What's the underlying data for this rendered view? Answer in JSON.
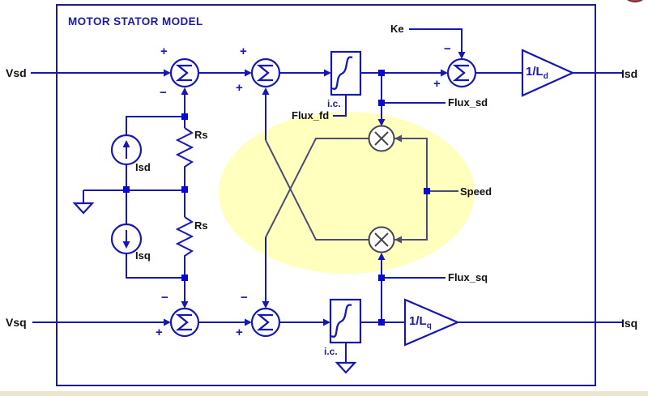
{
  "title": "MOTOR STATOR MODEL",
  "ports": {
    "vsd": "Vsd",
    "vsq": "Vsq",
    "isd": "Isd",
    "isq": "Isq"
  },
  "signals": {
    "ke": "Ke",
    "flux_sd": "Flux_sd",
    "flux_fd": "Flux_fd",
    "flux_sq": "Flux_sq",
    "speed": "Speed"
  },
  "components": {
    "r_top": "Rs",
    "r_bottom": "Rs",
    "isrc_top": "Isd",
    "isrc_bottom": "Isq",
    "ic_top": "i.c.",
    "ic_bottom": "i.c.",
    "gain_top": {
      "base": "1/L",
      "sub": "d"
    },
    "gain_bottom": {
      "base": "1/L",
      "sub": "q"
    }
  },
  "sums": {
    "d1": {
      "in_left": "+",
      "in_bottom": "−"
    },
    "d2": {
      "in_left": "+",
      "in_bottom": "+"
    },
    "d3": {
      "in_top": "−",
      "in_left": "+"
    },
    "q1": {
      "in_top": "−",
      "in_left": "+"
    },
    "q2": {
      "in_top": "−",
      "in_left": "+"
    }
  },
  "colors": {
    "wire": "#1717b2",
    "signal_wire": "#4c4c74",
    "node": "#0808d8",
    "highlight": "#ffffbe",
    "border": "#1c1c8c",
    "blue_text": "#1a1aad",
    "text": "#111111",
    "mult": "#45454c",
    "page_strip": "#ece6cf",
    "rec_dot": "#b04a52"
  }
}
